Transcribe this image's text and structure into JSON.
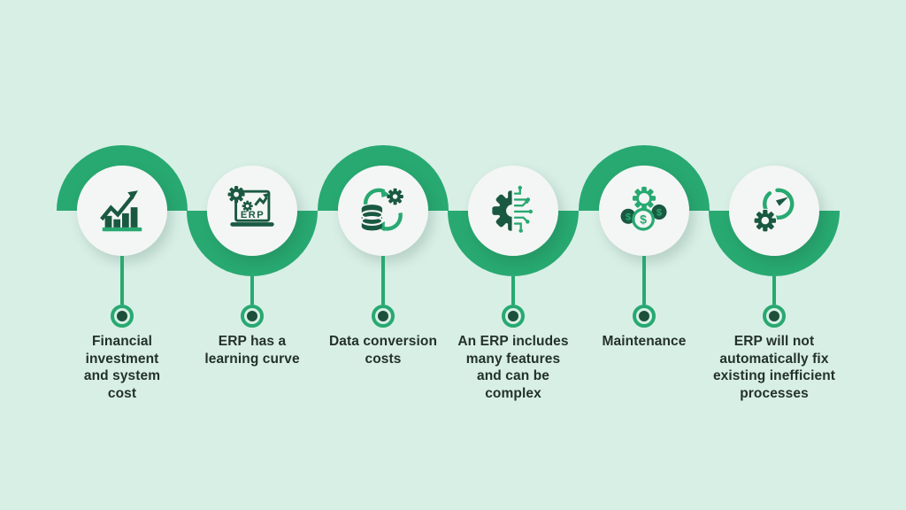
{
  "colors": {
    "background": "#d8efe6",
    "accent_green": "#28a971",
    "dark_green": "#1a5941",
    "bubble_white": "#f4f6f5",
    "node_dot_green": "#1e4f3a",
    "text_dark": "#24312b"
  },
  "items": [
    {
      "label": "Financial\ninvestment\nand system\ncost",
      "icon": "growth-chart-icon"
    },
    {
      "label": "ERP has a\nlearning curve",
      "icon": "erp-laptop-icon"
    },
    {
      "label": "Data conversion\ncosts",
      "icon": "data-sync-gear-icon"
    },
    {
      "label": "An ERP includes\nmany features\nand can be\ncomplex",
      "icon": "gear-circuit-icon"
    },
    {
      "label": "Maintenance",
      "icon": "gear-money-icon"
    },
    {
      "label": "ERP will not\nautomatically fix\nexisting inefficient\nprocesses",
      "icon": "gauge-gear-icon"
    }
  ],
  "icon_text": {
    "erp_label": "ERP",
    "dollar": "$"
  }
}
